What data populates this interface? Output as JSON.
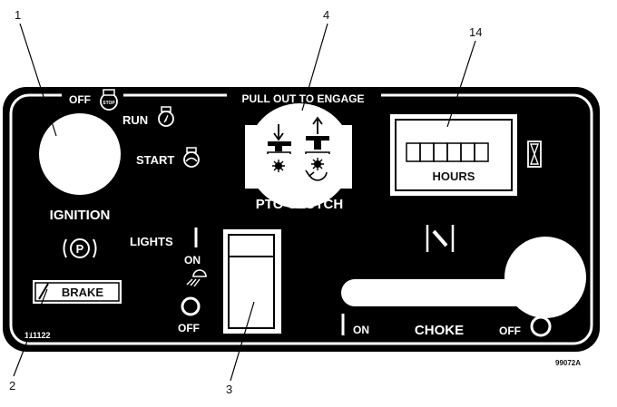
{
  "callouts": {
    "c1": "1",
    "c2": "2",
    "c3": "3",
    "c4": "4",
    "c14": "14"
  },
  "panel": {
    "top_label": "PULL OUT TO ENGAGE",
    "ignition": {
      "off": "OFF",
      "stop_badge": "STOP",
      "run": "RUN",
      "start": "START",
      "label": "IGNITION"
    },
    "brake": {
      "label": "BRAKE",
      "parking_symbol": "P"
    },
    "lights": {
      "label": "LIGHTS",
      "on": "ON",
      "off": "OFF"
    },
    "pto": {
      "label": "PTO CLUTCH"
    },
    "hourmeter": {
      "label": "HOURS"
    },
    "choke": {
      "on": "ON",
      "label": "CHOKE",
      "off": "OFF"
    },
    "part_number": "111122",
    "figure_code": "99072A"
  }
}
